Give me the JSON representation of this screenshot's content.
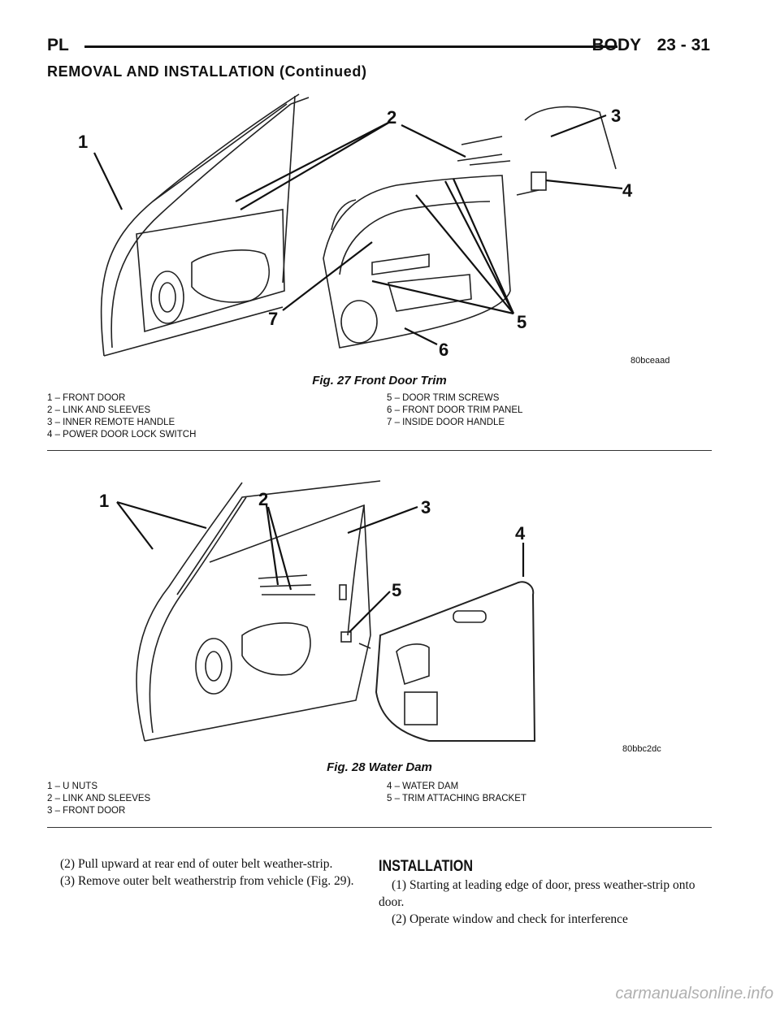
{
  "header": {
    "left": "PL",
    "section": "BODY",
    "page": "23 - 31"
  },
  "section_title": "REMOVAL AND INSTALLATION (Continued)",
  "figures": [
    {
      "title": "Fig. 27 Front Door Trim",
      "code": "80bceaad",
      "callouts": [
        "1",
        "2",
        "3",
        "4",
        "5",
        "6",
        "7"
      ],
      "legend_left": [
        "1 – FRONT DOOR",
        "2 – LINK AND SLEEVES",
        "3 – INNER REMOTE HANDLE",
        "4 – POWER DOOR LOCK SWITCH"
      ],
      "legend_right": [
        "5 – DOOR TRIM SCREWS",
        "6 – FRONT DOOR TRIM PANEL",
        "7 – INSIDE DOOR HANDLE"
      ]
    },
    {
      "title": "Fig. 28 Water Dam",
      "code": "80bbc2dc",
      "callouts": [
        "1",
        "2",
        "3",
        "4",
        "5"
      ],
      "legend_left": [
        "1 – U NUTS",
        "2 – LINK AND SLEEVES",
        "3 – FRONT DOOR"
      ],
      "legend_right": [
        "4 – WATER DAM",
        "5 – TRIM ATTACHING BRACKET"
      ]
    }
  ],
  "left_column": [
    "(2) Pull upward at rear end of outer belt weather-strip.",
    "(3) Remove outer belt weatherstrip from vehicle (Fig. 29)."
  ],
  "right_column": {
    "heading": "INSTALLATION",
    "paragraphs": [
      "(1) Starting at leading edge of door, press weather-strip onto door.",
      "(2) Operate window and check for interference"
    ]
  },
  "watermark": "carmanualsonline.info"
}
